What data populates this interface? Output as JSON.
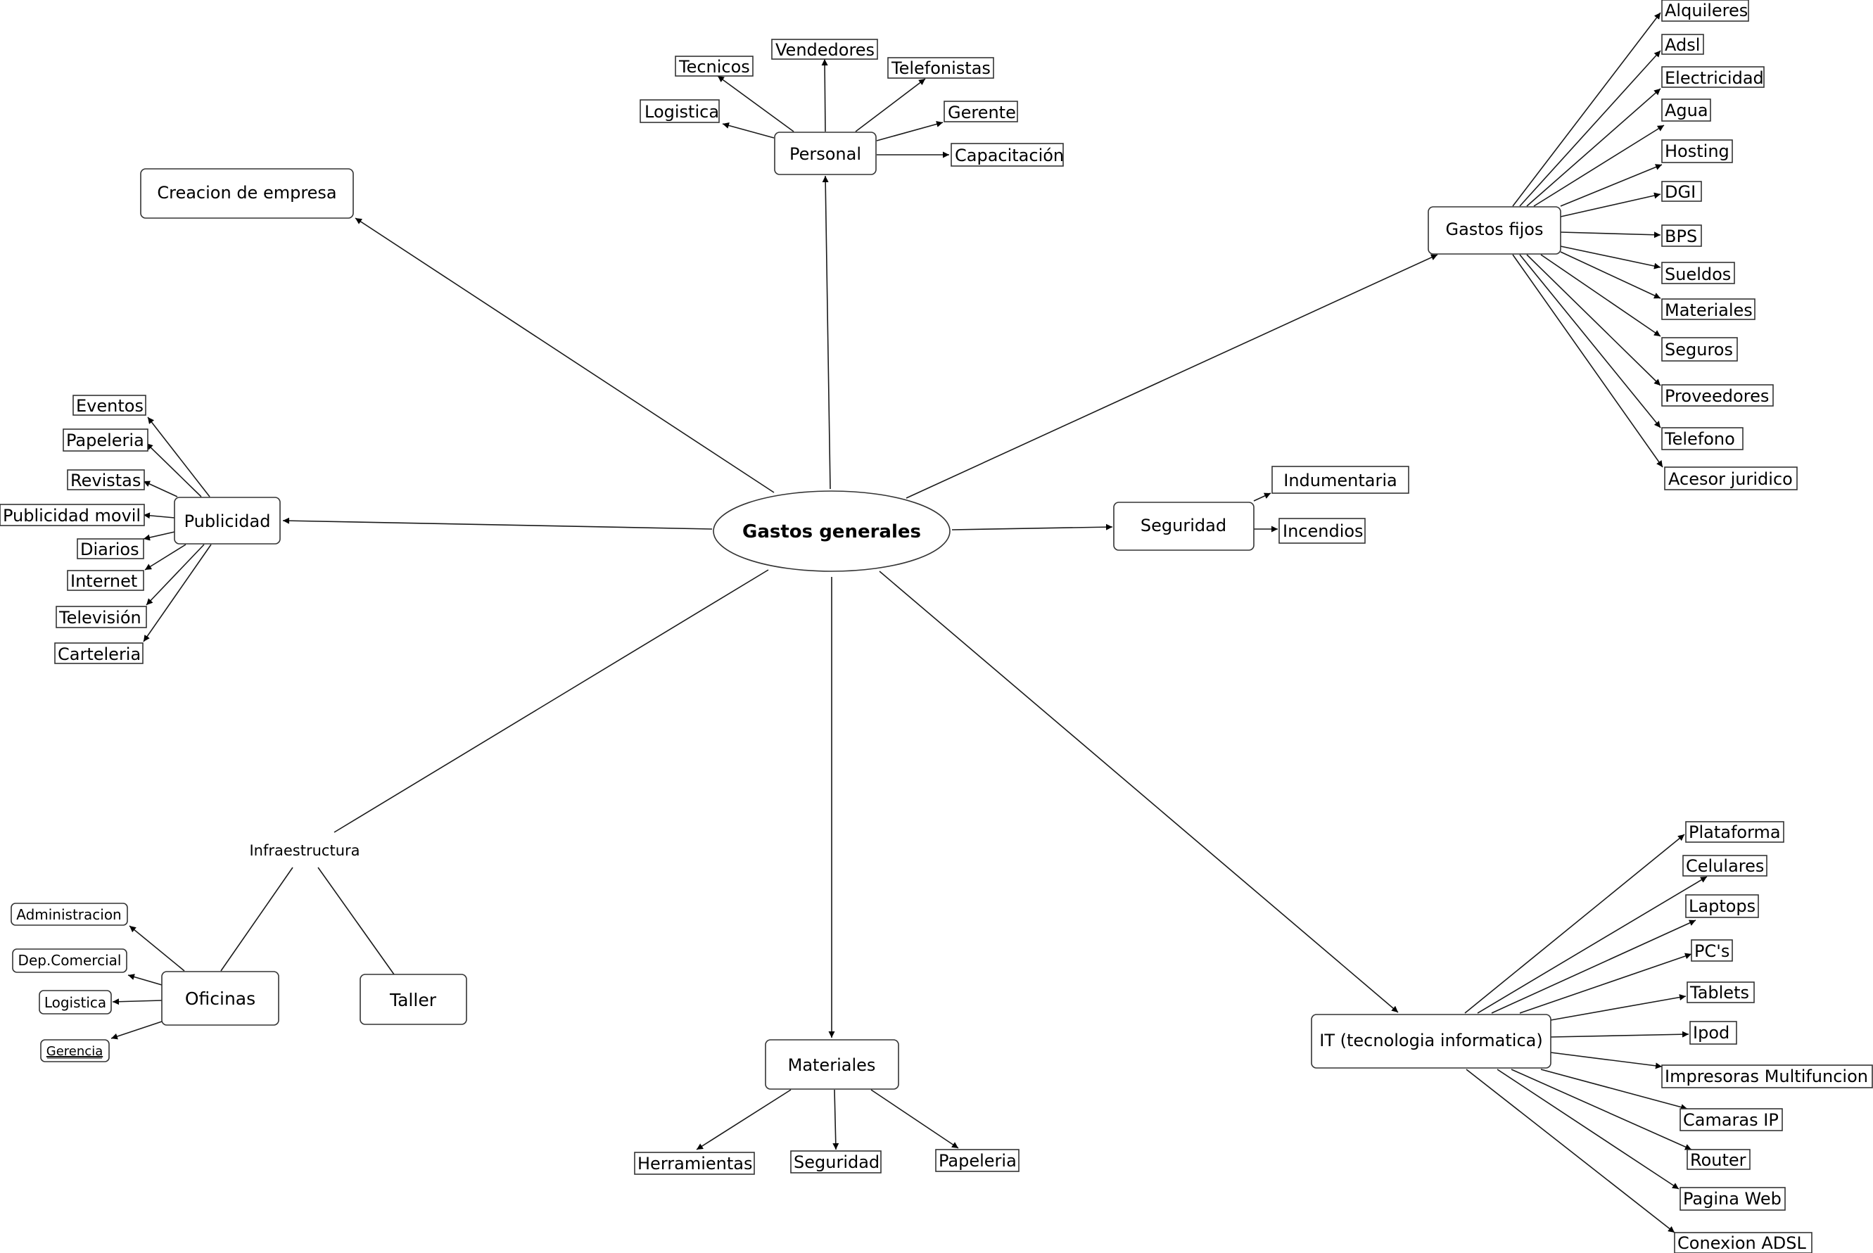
{
  "diagram": {
    "center": "Gastos generales",
    "nodes": {
      "personal": "Personal",
      "creacion": "Creacion de empresa",
      "gastos_fijos": "Gastos fijos",
      "publicidad": "Publicidad",
      "seguridad": "Seguridad",
      "infraestructura": "Infraestructura",
      "oficinas": "Oficinas",
      "taller": "Taller",
      "materiales": "Materiales",
      "it": "IT (tecnologia informatica)"
    },
    "personal_items": [
      "Logistica",
      "Tecnicos",
      "Vendedores",
      "Telefonistas",
      "Gerente",
      "Capacitación"
    ],
    "gastos_fijos_items": [
      "Alquileres",
      "Adsl",
      "Electricidad",
      "Agua",
      "Hosting",
      "DGI",
      "BPS",
      "Sueldos",
      "Materiales",
      "Seguros",
      "Proveedores",
      "Telefono",
      "Acesor juridico"
    ],
    "publicidad_items": [
      "Eventos",
      "Papeleria",
      "Revistas",
      "Publicidad movil",
      "Diarios",
      "Internet",
      "Televisión",
      "Carteleria"
    ],
    "seguridad_items": [
      "Indumentaria",
      "Incendios"
    ],
    "oficinas_items": [
      "Administracion",
      "Dep.Comercial",
      "Logistica",
      "Gerencia"
    ],
    "materiales_items": [
      "Herramientas",
      "Seguridad",
      "Papeleria"
    ],
    "it_items": [
      "Plataforma",
      "Celulares",
      "Laptops",
      "PC's",
      "Tablets",
      "Ipod",
      "Impresoras Multifuncion",
      "Camaras IP",
      "Router",
      "Pagina Web",
      "Conexion ADSL"
    ]
  }
}
